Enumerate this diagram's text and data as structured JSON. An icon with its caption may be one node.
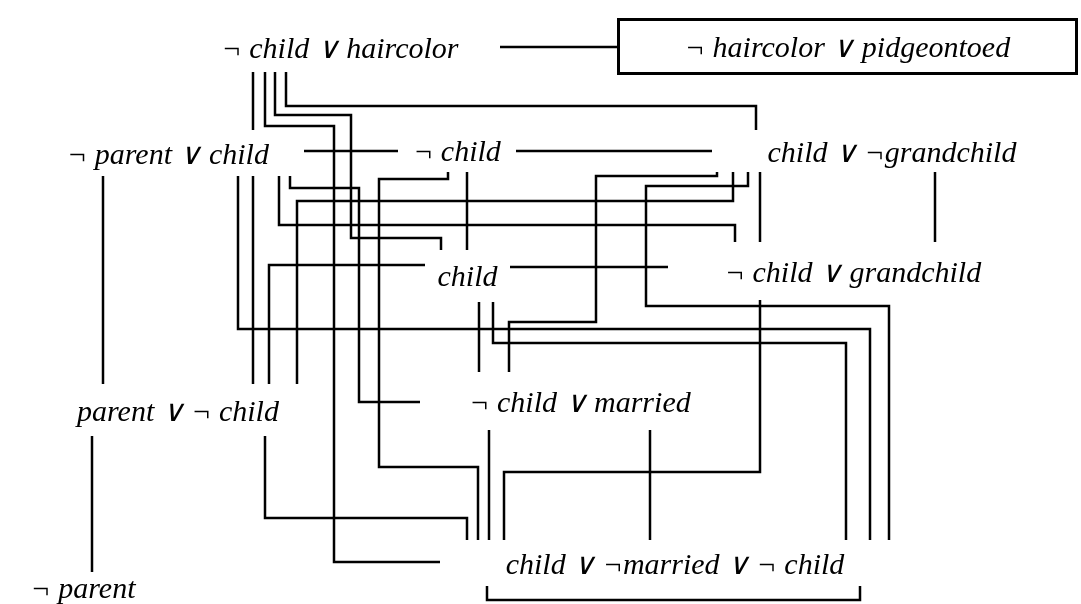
{
  "diagram": {
    "nodes": [
      {
        "text": [
          "¬ child ∨ haircolor"
        ]
      },
      {
        "text": [
          "¬ haircolor ∨ pidgeontoed"
        ]
      },
      {
        "text": [
          "¬ parent ∨ child"
        ]
      },
      {
        "text": [
          "¬ child"
        ]
      },
      {
        "text": [
          "child ∨ ¬grandchild"
        ]
      },
      {
        "text": [
          "child"
        ]
      },
      {
        "text": [
          "¬ child ∨ grandchild"
        ]
      },
      {
        "text": [
          "¬ child ∨ married"
        ]
      },
      {
        "text": [
          "parent ∨ ¬ child"
        ]
      },
      {
        "text": [
          "child ∨ ¬married ∨ ¬ child"
        ]
      },
      {
        "text": [
          "¬ parent"
        ]
      }
    ],
    "edges": [
      {
        "from": 0,
        "to": 1,
        "arrow": "none"
      },
      {
        "from": 0,
        "to": 2,
        "arrow": "none"
      },
      {
        "from": 0,
        "to": 9,
        "arrow": "none"
      },
      {
        "from": 0,
        "to": 5,
        "arrow": "none"
      },
      {
        "from": 0,
        "to": 4,
        "arrow": "none"
      },
      {
        "from": 2,
        "to": 8,
        "arrow": "none"
      },
      {
        "from": 2,
        "to": 3,
        "arrow": "none"
      },
      {
        "from": 2,
        "to": 9,
        "arrow": "none"
      },
      {
        "from": 2,
        "to": 8,
        "arrow": "none"
      },
      {
        "from": 2,
        "to": 6,
        "arrow": "none"
      },
      {
        "from": 2,
        "to": 7,
        "arrow": "none"
      },
      {
        "from": 3,
        "to": 4,
        "arrow": "none"
      },
      {
        "from": 3,
        "to": 9,
        "arrow": "none"
      },
      {
        "from": 3,
        "to": 5,
        "arrow": "none"
      },
      {
        "from": 4,
        "to": 6,
        "arrow": "none"
      },
      {
        "from": 4,
        "to": 7,
        "arrow": "none"
      },
      {
        "from": 4,
        "to": 8,
        "arrow": "none"
      },
      {
        "from": 4,
        "to": 9,
        "arrow": "none"
      },
      {
        "from": 4,
        "to": 6,
        "arrow": "none"
      },
      {
        "from": 5,
        "to": 6,
        "arrow": "none"
      },
      {
        "from": 8,
        "to": 5,
        "arrow": "none"
      },
      {
        "from": 5,
        "to": 7,
        "arrow": "none"
      },
      {
        "from": 5,
        "to": 9,
        "arrow": "none"
      },
      {
        "from": 6,
        "to": 9,
        "arrow": "none"
      },
      {
        "from": 7,
        "to": 9,
        "arrow": "none"
      },
      {
        "from": 7,
        "to": 9,
        "arrow": "none"
      },
      {
        "from": 8,
        "to": 9,
        "arrow": "none"
      },
      {
        "from": 8,
        "to": 10,
        "arrow": "none"
      },
      {
        "from": 9,
        "to": 9,
        "arrow": "none"
      }
    ]
  }
}
